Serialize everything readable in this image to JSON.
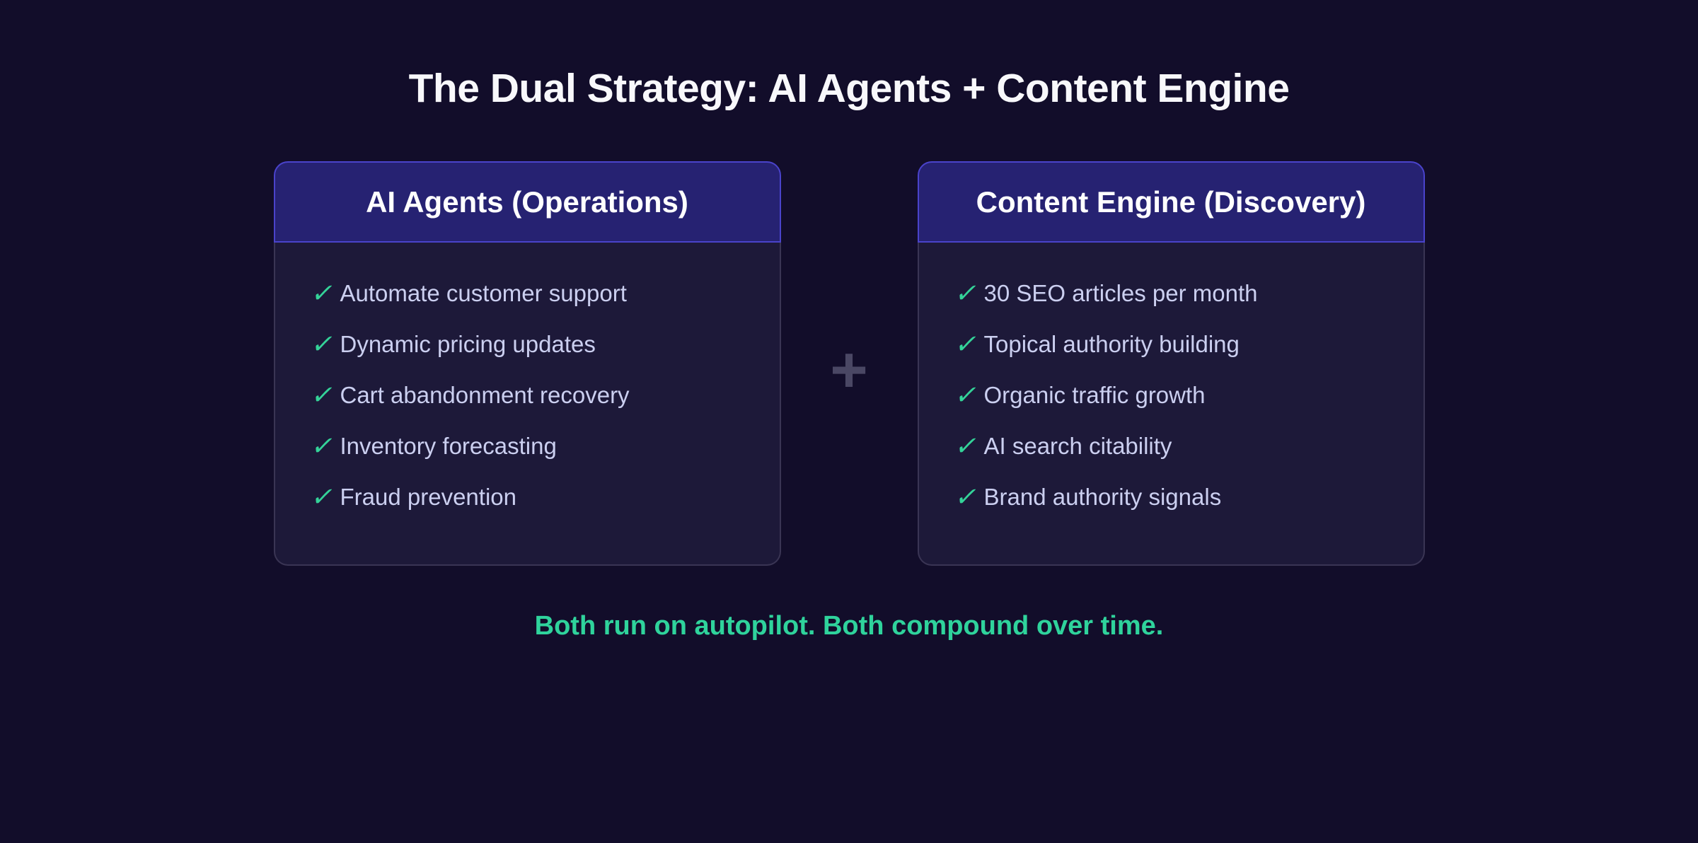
{
  "page": {
    "title": "The Dual Strategy: AI Agents + Content Engine",
    "tagline": "Both run on autopilot. Both compound over time.",
    "plus_symbol": "+"
  },
  "icons": {
    "check": "✓"
  },
  "colors": {
    "page_background": "#120d2a",
    "card_header_background": "#262272",
    "card_header_border": "#4a43cb",
    "card_body_background": "#1d1939",
    "card_body_border": "#3a3554",
    "list_text": "#cbcff0",
    "check_green": "#34d399",
    "tagline_green": "#2fd39c",
    "title_white": "#f8f8fb",
    "plus_gray": "#4a4764"
  },
  "cards": [
    {
      "title": "AI Agents (Operations)",
      "items": [
        "Automate customer support",
        "Dynamic pricing updates",
        "Cart abandonment recovery",
        "Inventory forecasting",
        "Fraud prevention"
      ]
    },
    {
      "title": "Content Engine (Discovery)",
      "items": [
        "30 SEO articles per month",
        "Topical authority building",
        "Organic traffic growth",
        "AI search citability",
        "Brand authority signals"
      ]
    }
  ]
}
